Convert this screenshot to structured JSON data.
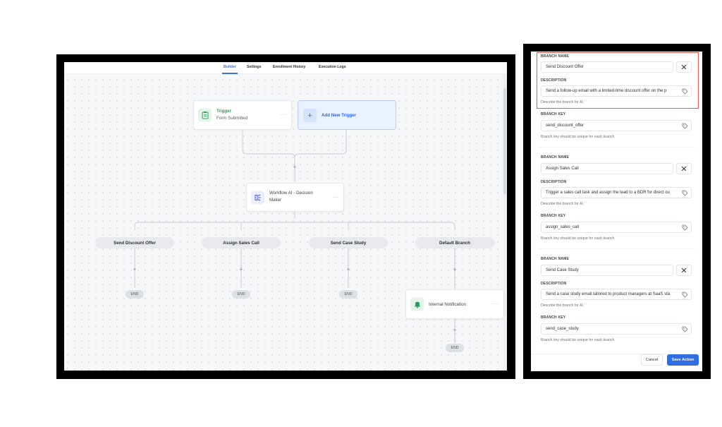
{
  "tabs": [
    {
      "label": "Builder",
      "active": true
    },
    {
      "label": "Settings",
      "active": false
    },
    {
      "label": "Enrollment History",
      "active": false
    },
    {
      "label": "Execution Logs",
      "active": false
    }
  ],
  "trigger": {
    "title": "Trigger",
    "subtitle": "Form Submitted",
    "icon": "clipboard-icon",
    "more": "···"
  },
  "add_trigger": {
    "label": "Add New Trigger",
    "icon": "plus-icon"
  },
  "ai_node": {
    "line1": "Workflow AI - Decision",
    "line2": "Maker",
    "icon": "ai-decision-icon",
    "more": "···"
  },
  "branches": [
    {
      "label": "Send Discount Offer",
      "end": "END"
    },
    {
      "label": "Assign Sales Call",
      "end": "END"
    },
    {
      "label": "Send Case Study",
      "end": "END"
    },
    {
      "label": "Default Branch",
      "end": "END"
    }
  ],
  "notification_node": {
    "label": "Internal Notification",
    "icon": "bell-icon",
    "more": "···"
  },
  "plus_symbol": "+",
  "panel": {
    "labels": {
      "branch_name": "BRANCH NAME",
      "description": "DESCRIPTION",
      "branch_key": "BRANCH KEY"
    },
    "hints": {
      "description": "Describe the branch for AI",
      "key": "Branch key should be unique for each branch"
    },
    "branches": [
      {
        "name": "Send Discount Offer",
        "description": "Send a follow-up email with a limited-time discount offer on the p",
        "key": "send_discount_offer"
      },
      {
        "name": "Assign Sales Call",
        "description": "Trigger a sales call task and assign the lead to a BDR for direct ou",
        "key": "assign_sales_call"
      },
      {
        "name": "Send Case Study",
        "description": "Send a case study email tailored to product managers at SaaS sta",
        "key": "send_case_study"
      }
    ],
    "close_symbol": "✕",
    "cancel_label": "Cancel",
    "save_label": "Save Action"
  },
  "colors": {
    "accent": "#2f6de1",
    "highlight": "#e05a4f",
    "trigger_green": "#2e9b5b"
  }
}
